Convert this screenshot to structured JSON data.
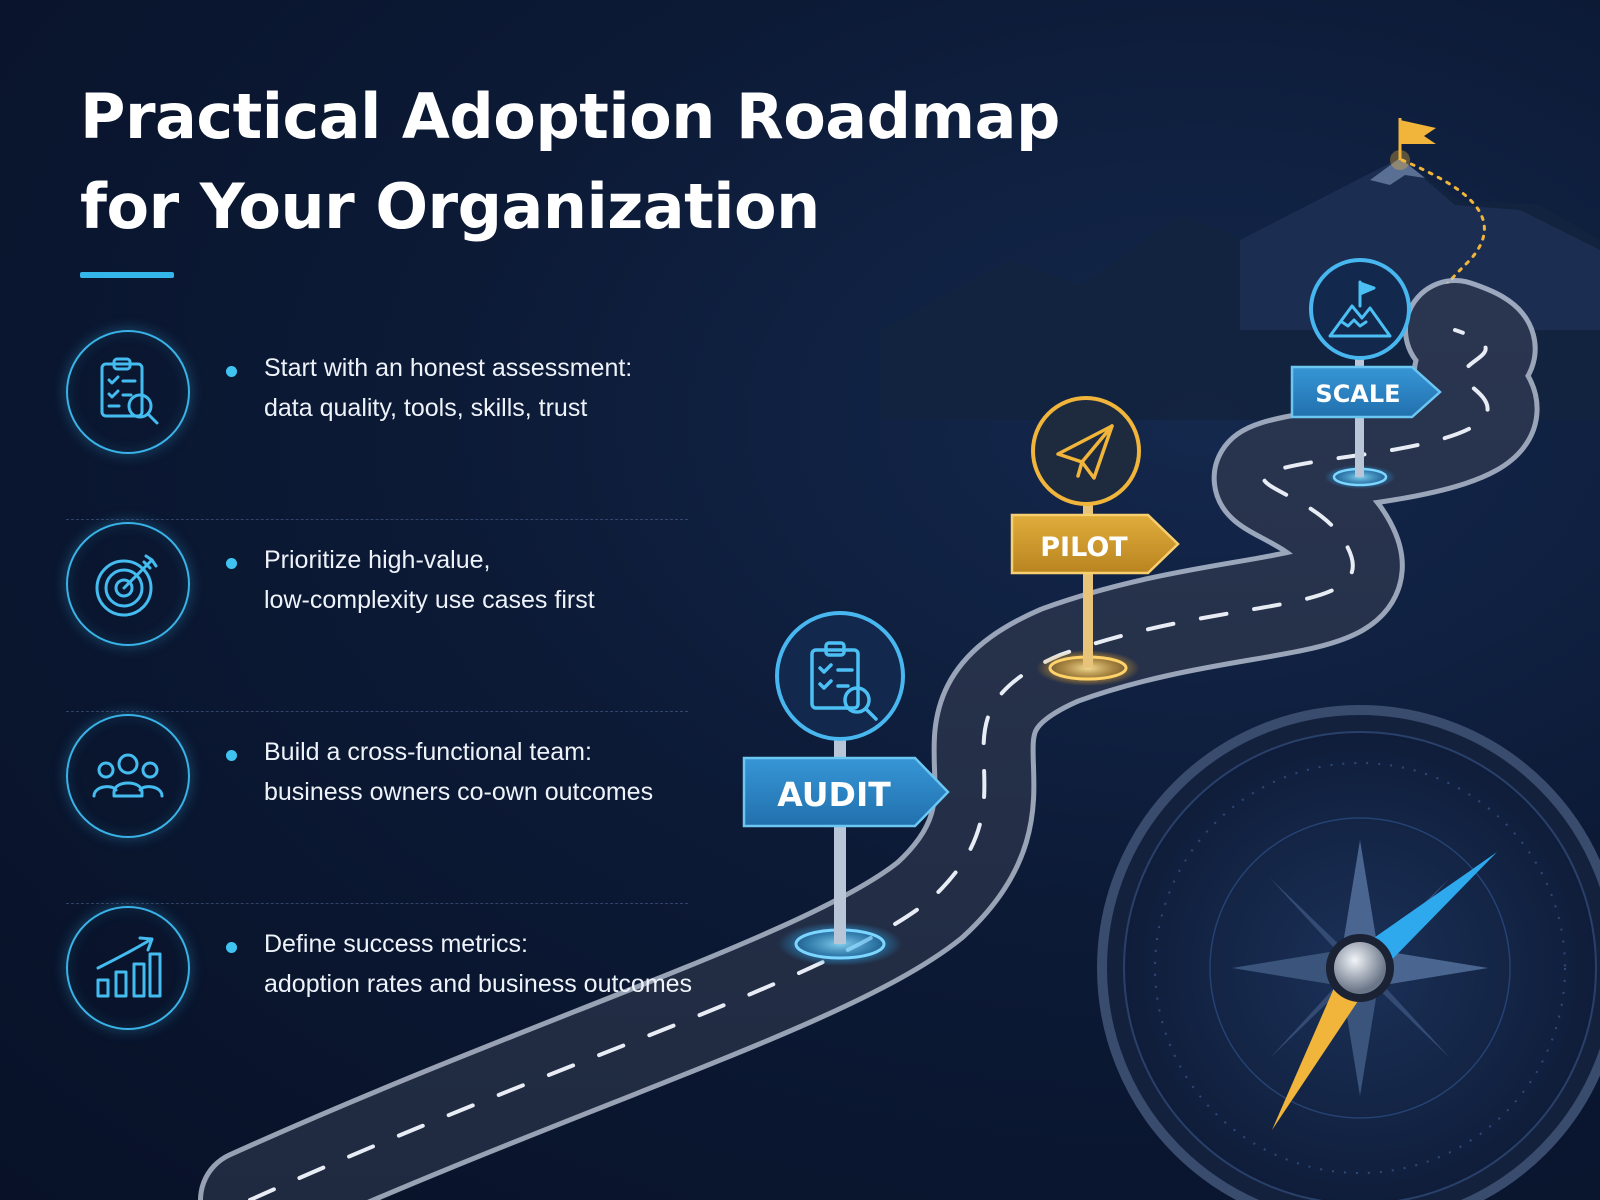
{
  "header": {
    "title_line1": "Practical Adoption Roadmap",
    "title_line2": "for Your Organization"
  },
  "steps": [
    {
      "icon": "clipboard-search-icon",
      "line1": "Start with an honest assessment:",
      "line2": "data quality, tools, skills, trust"
    },
    {
      "icon": "target-arrow-icon",
      "line1": "Prioritize high-value,",
      "line2": "low-complexity use cases first"
    },
    {
      "icon": "team-icon",
      "line1": "Build a cross-functional team:",
      "line2": "business owners co-own outcomes"
    },
    {
      "icon": "growth-chart-icon",
      "line1": "Define success metrics:",
      "line2": "adoption rates and business outcomes"
    }
  ],
  "milestones": [
    {
      "label": "AUDIT",
      "icon": "clipboard-search-icon",
      "color": "#2a83c4"
    },
    {
      "label": "PILOT",
      "icon": "paper-plane-icon",
      "color": "#c9982a"
    },
    {
      "label": "SCALE",
      "icon": "mountain-flag-icon",
      "color": "#2a83c4"
    }
  ],
  "colors": {
    "accent_blue": "#39b2e6",
    "accent_gold": "#f0b53a",
    "background": "#0c1a36"
  }
}
